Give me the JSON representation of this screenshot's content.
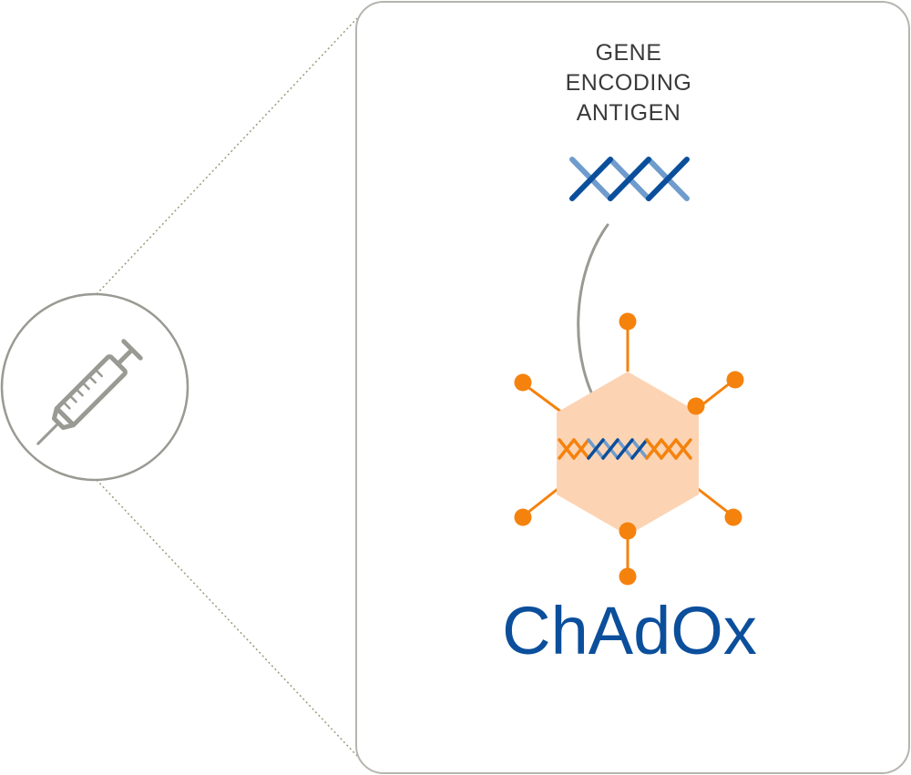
{
  "gene_label": {
    "line1": "GENE",
    "line2": "ENCODING",
    "line3": "ANTIGEN"
  },
  "vector_name": "ChAdOx",
  "icons": {
    "syringe": "syringe-icon",
    "dna": "dna-helix-icon",
    "virus": "adenovirus-icon"
  },
  "colors": {
    "dark_blue": "#0b4f9c",
    "light_blue": "#6f9ccc",
    "orange": "#f5820d",
    "peach": "#fcd4b4",
    "grey": "#9a9a94",
    "panel_border": "#b5b5b0",
    "connector": "#9c9a7a"
  }
}
